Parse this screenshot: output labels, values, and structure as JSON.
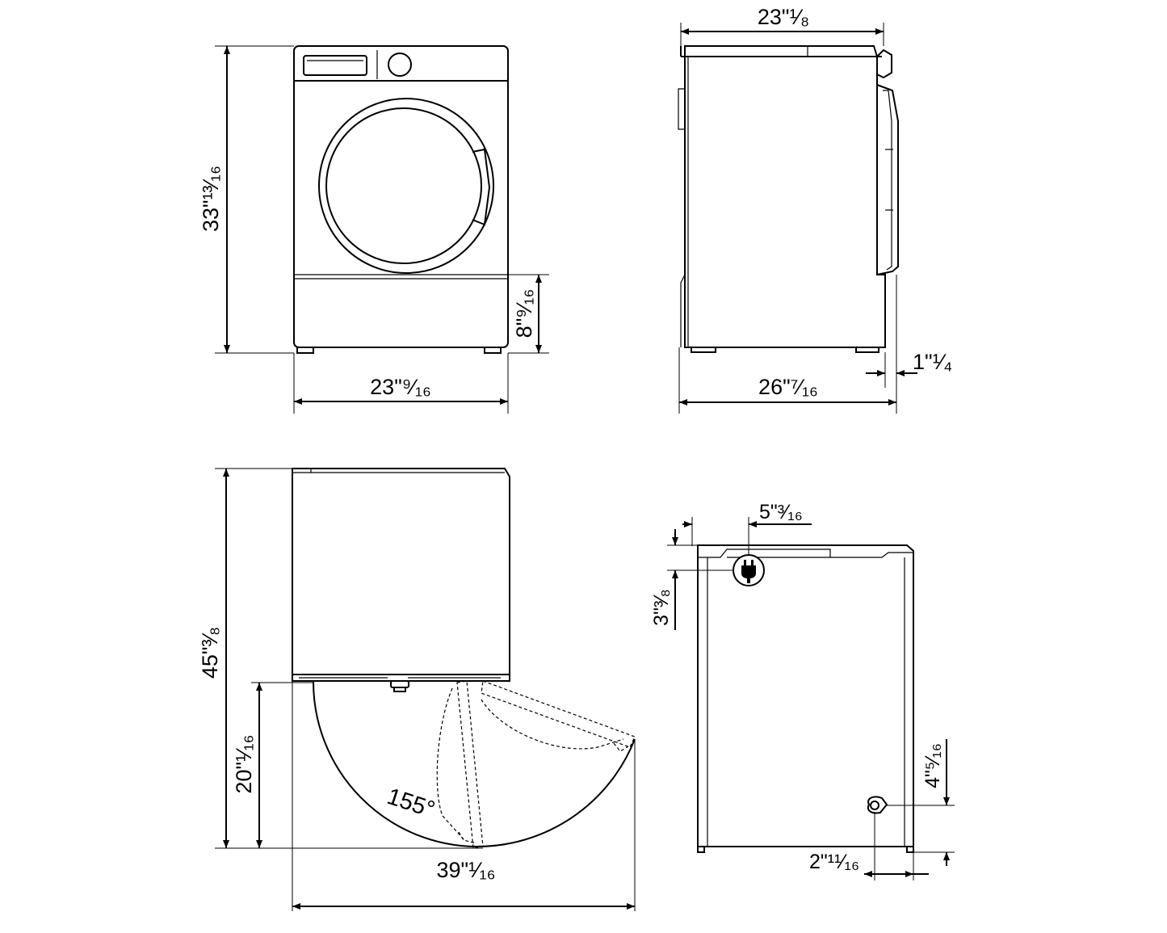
{
  "front_view": {
    "height_label": "33\"¹³⁄₁₆",
    "width_label": "23\"⁹⁄₁₆",
    "plinth_height_label": "8\"⁹⁄₁₆"
  },
  "side_view": {
    "top_depth_label": "23\"¹⁄₈",
    "overall_depth_label": "26\"⁷⁄₁₆",
    "door_protrusion_label": "1\"¹⁄₄"
  },
  "top_view": {
    "open_depth_label": "45\"³⁄₈",
    "door_clearance_label": "20\"¹⁄₁₆",
    "open_width_label": "39\"¹⁄₁₆",
    "door_angle_label": "155°"
  },
  "rear_view": {
    "plug_offset_label": "5\"³⁄₁₆",
    "plug_drop_label": "3\"³⁄₈",
    "drain_height_label": "4\"⁵⁄₁₆",
    "drain_offset_label": "2\"¹¹⁄₁₆"
  }
}
